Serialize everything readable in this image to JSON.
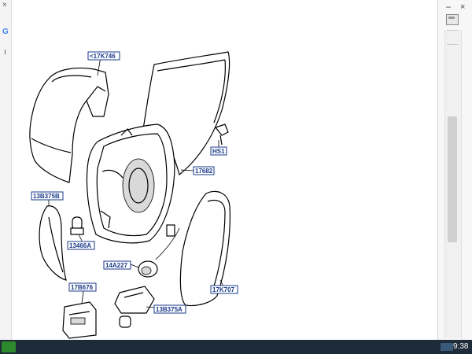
{
  "window": {
    "close_glyph": "×",
    "minimize_glyph": "–",
    "close_glyph_right": "×"
  },
  "sidebar": {
    "g_label": "G"
  },
  "diagram": {
    "labels": {
      "cover": "<17K746",
      "housing": "17682",
      "glass": "17K707",
      "screw": "HS1",
      "signal_lens": "13B375B",
      "bulb_holder": "13466A",
      "connector": "14A227",
      "lamp_socket": "13B375A",
      "motor": "17B676"
    }
  },
  "taskbar": {
    "clock": "9:38"
  },
  "colors": {
    "label_border": "#1a3a8a",
    "taskbar": "#1e2b38"
  }
}
